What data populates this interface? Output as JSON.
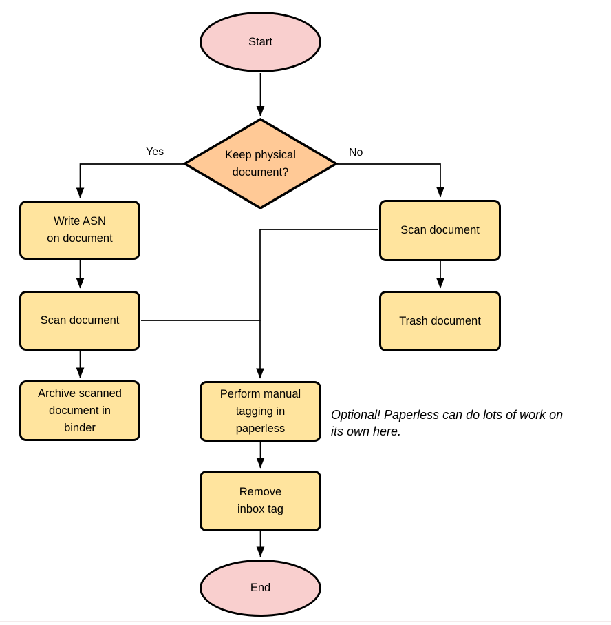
{
  "diagram": {
    "type": "flowchart",
    "nodes": {
      "start": {
        "label": "Start",
        "shape": "terminator"
      },
      "decision": {
        "label": "Keep physical\ndocument?",
        "shape": "diamond"
      },
      "write_asn": {
        "label": "Write ASN\non document",
        "shape": "process"
      },
      "scan_left": {
        "label": "Scan document",
        "shape": "process"
      },
      "archive": {
        "label": "Archive scanned\ndocument in\nbinder",
        "shape": "process"
      },
      "scan_right": {
        "label": "Scan document",
        "shape": "process"
      },
      "trash": {
        "label": "Trash document",
        "shape": "process"
      },
      "tagging": {
        "label": "Perform manual\ntagging in\npaperless",
        "shape": "process"
      },
      "remove_inbox": {
        "label": "Remove\ninbox tag",
        "shape": "process"
      },
      "end": {
        "label": "End",
        "shape": "terminator"
      }
    },
    "edge_labels": {
      "yes": "Yes",
      "no": "No"
    },
    "annotation": "Optional! Paperless can do lots of work on\nits own here.",
    "colors": {
      "terminator_fill": "#F9CFCE",
      "decision_fill": "#FFC996",
      "process_fill": "#FFE49E",
      "stroke": "#000000"
    }
  }
}
